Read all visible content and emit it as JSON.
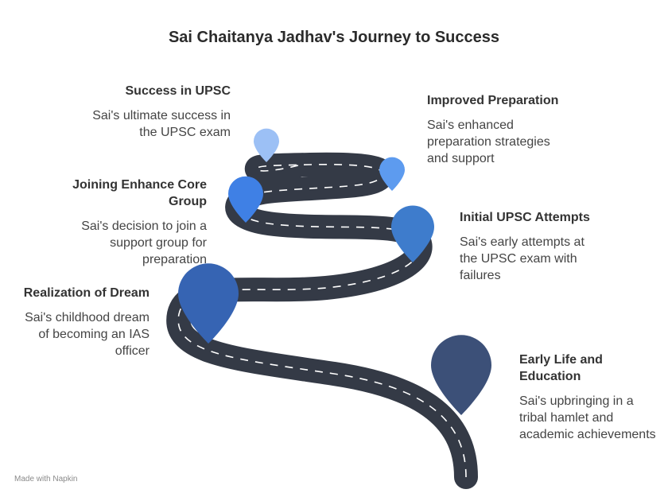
{
  "title": "Sai Chaitanya Jadhav's Journey to Success",
  "milestones": {
    "success": {
      "heading": "Success in UPSC",
      "description": "Sai's ultimate success in the UPSC exam",
      "color": "#9cc0f5"
    },
    "improved": {
      "heading": "Improved Preparation",
      "description": "Sai's enhanced preparation strategies and support",
      "color": "#5d9bef"
    },
    "joining": {
      "heading": "Joining Enhance Core Group",
      "description": "Sai's decision to join a support group for preparation",
      "color": "#3f80e5"
    },
    "initial": {
      "heading": "Initial UPSC Attempts",
      "description": "Sai's early attempts at the UPSC exam with failures",
      "color": "#3e7ccc"
    },
    "realization": {
      "heading": "Realization of Dream",
      "description": "Sai's childhood dream of becoming an IAS officer",
      "color": "#3664b3"
    },
    "early": {
      "heading": "Early Life and Education",
      "description": "Sai's upbringing in a tribal hamlet and academic achievements",
      "color": "#3c5078"
    }
  },
  "road_color": "#343a46",
  "footer": "Made with Napkin"
}
